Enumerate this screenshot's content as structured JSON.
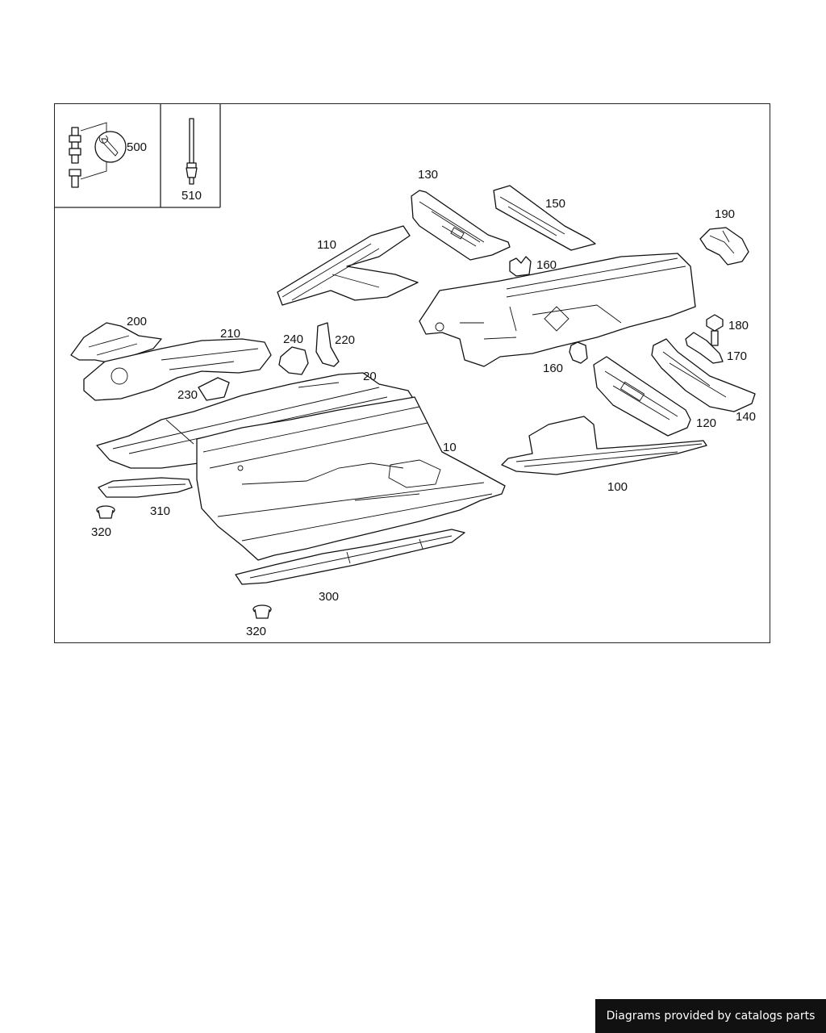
{
  "footer": {
    "text": "Diagrams provided by catalogs parts"
  },
  "inset_labels": {
    "hardware": "500",
    "long_bolt": "510"
  },
  "callouts": {
    "p10": "10",
    "p20": "20",
    "p100": "100",
    "p110": "110",
    "p120": "120",
    "p130": "130",
    "p140": "140",
    "p150": "150",
    "p160a": "160",
    "p160b": "160",
    "p170": "170",
    "p180": "180",
    "p190": "190",
    "p200": "200",
    "p210": "210",
    "p220": "220",
    "p230": "230",
    "p240": "240",
    "p300": "300",
    "p310": "310",
    "p320a": "320",
    "p320b": "320"
  },
  "colors": {
    "line": "#111111",
    "background": "#ffffff",
    "badge": "#111111"
  }
}
